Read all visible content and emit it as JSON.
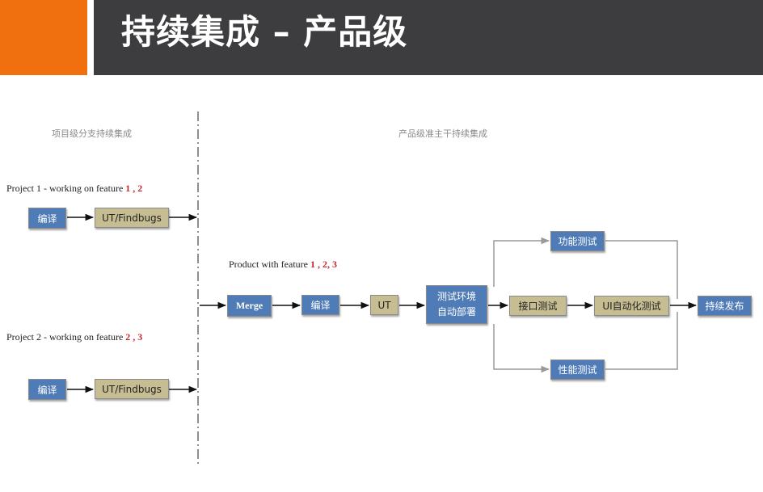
{
  "header": {
    "title": "持续集成 – 产品级",
    "accent_color": "#f07010",
    "bar_color": "#3d3d3f"
  },
  "sections": {
    "left_label": "项目级分支持续集成",
    "right_label": "产品级准主干持续集成"
  },
  "project1": {
    "label": "Project 1 - working on feature",
    "features": "1 , 2",
    "compile": "编译",
    "ut": "UT/Findbugs"
  },
  "project2": {
    "label": "Project 2 - working on feature",
    "features": "2 , 3",
    "compile": "编译",
    "ut": "UT/Findbugs"
  },
  "product": {
    "label": "Product with  feature",
    "features": "1 , 2, 3",
    "merge": "Merge",
    "compile": "编译",
    "ut": "UT",
    "deploy_line1": "测试环境",
    "deploy_line2": "自动部署",
    "functional_test": "功能测试",
    "interface_test": "接口测试",
    "ui_test": "UI自动化测试",
    "performance_test": "性能测试",
    "release": "持续发布"
  },
  "colors": {
    "blue_box": "#4f7cb6",
    "tan_box": "#c7bd93",
    "feature_highlight": "#c0282e"
  }
}
